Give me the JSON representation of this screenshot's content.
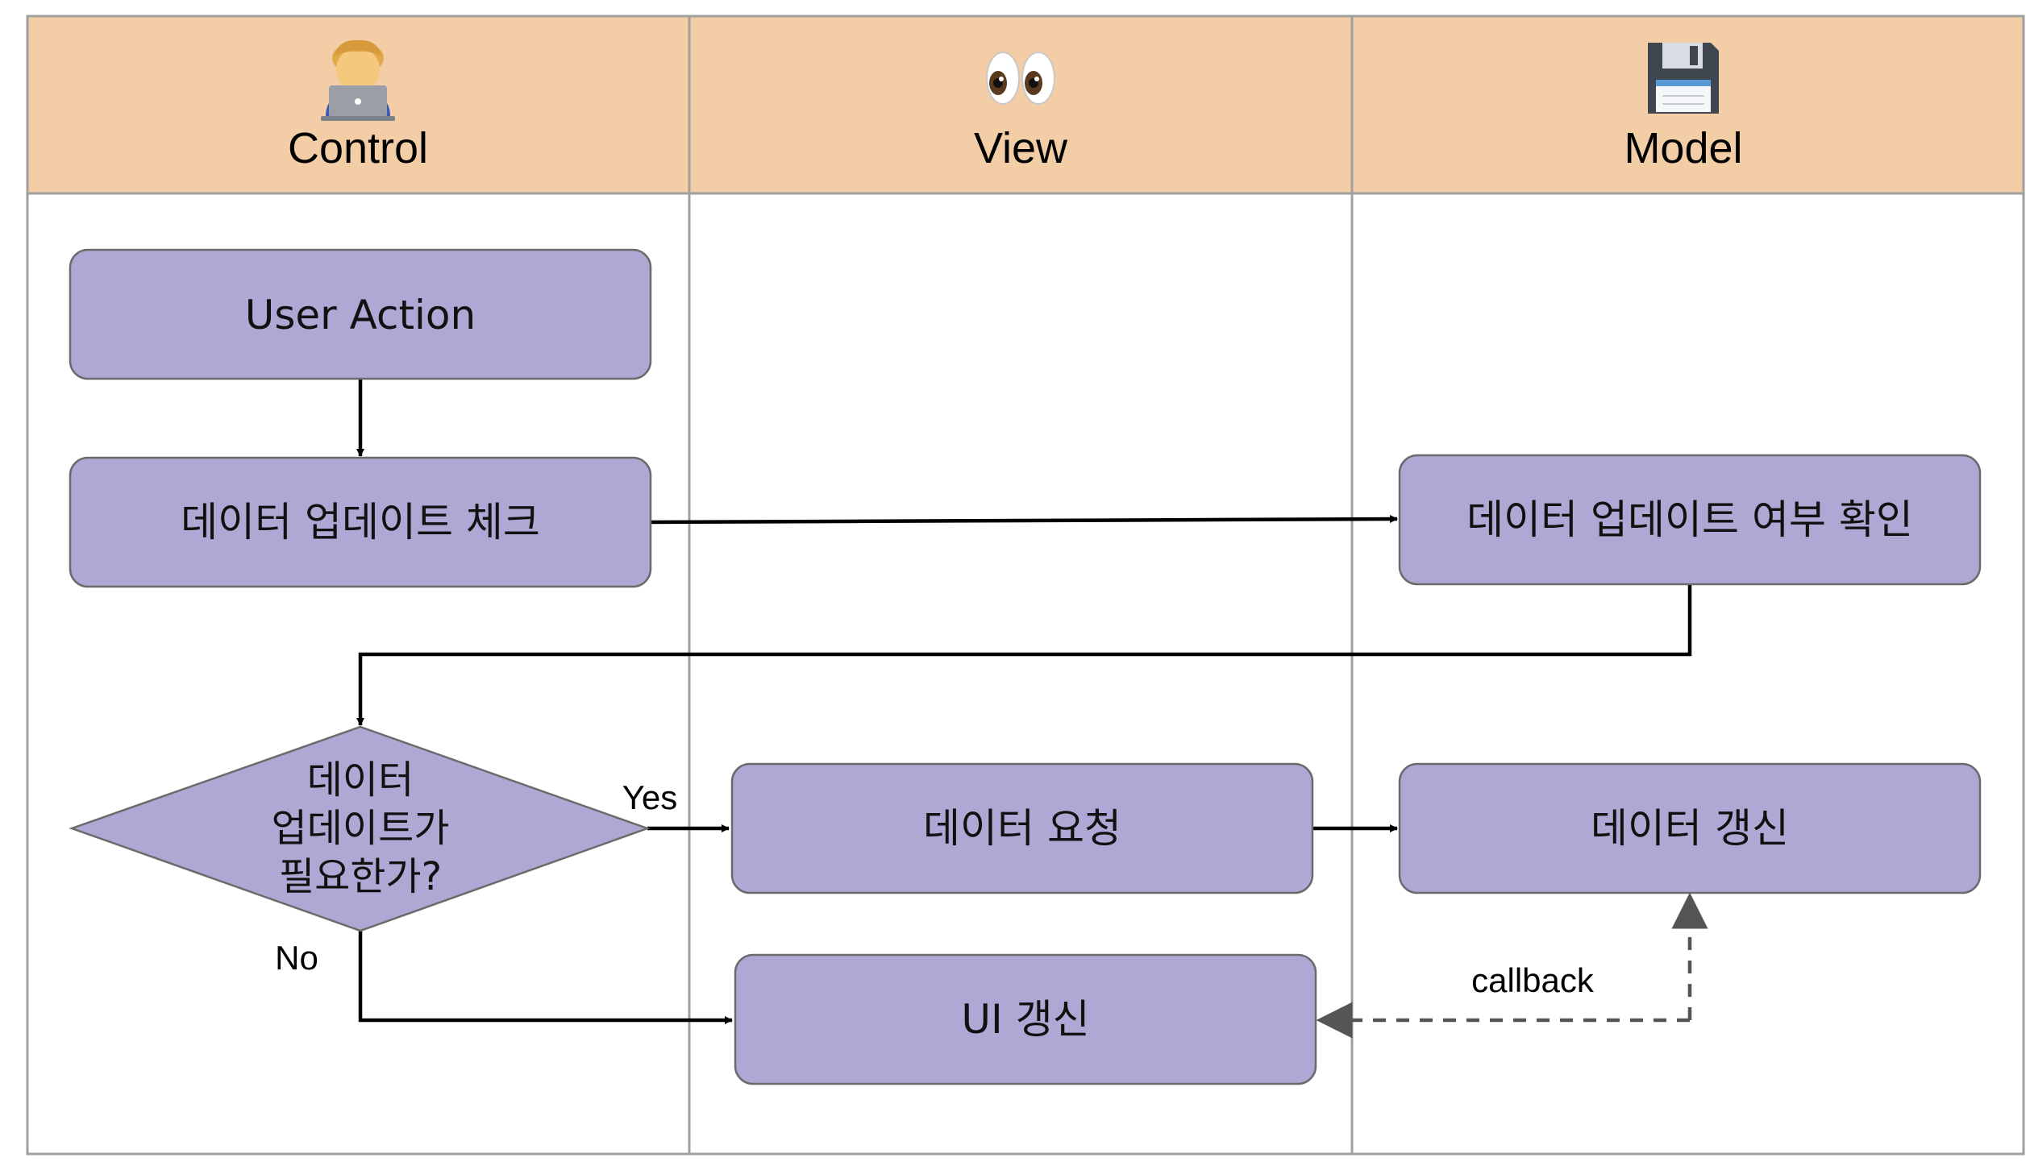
{
  "lanes": {
    "control": {
      "title": "Control",
      "icon": "technologist-icon"
    },
    "view": {
      "title": "View",
      "icon": "eyes-icon"
    },
    "model": {
      "title": "Model",
      "icon": "floppy-disk-icon"
    }
  },
  "nodes": {
    "user_action": "User Action",
    "update_check": "데이터 업데이트 체크",
    "update_confirm": "데이터 업데이트 여부 확인",
    "decision": [
      "데이터",
      "업데이트가",
      "필요한가?"
    ],
    "data_request": "데이터 요청",
    "data_refresh": "데이터 갱신",
    "ui_refresh": "UI 갱신"
  },
  "edge_labels": {
    "yes": "Yes",
    "no": "No",
    "callback": "callback"
  },
  "colors": {
    "header": "#f2cda5",
    "node_fill": "#b0a8d4",
    "node_stroke": "#6b6b6b",
    "grid": "#a0a0a0",
    "arrow": "#000000",
    "callback_arrow": "#555555"
  }
}
